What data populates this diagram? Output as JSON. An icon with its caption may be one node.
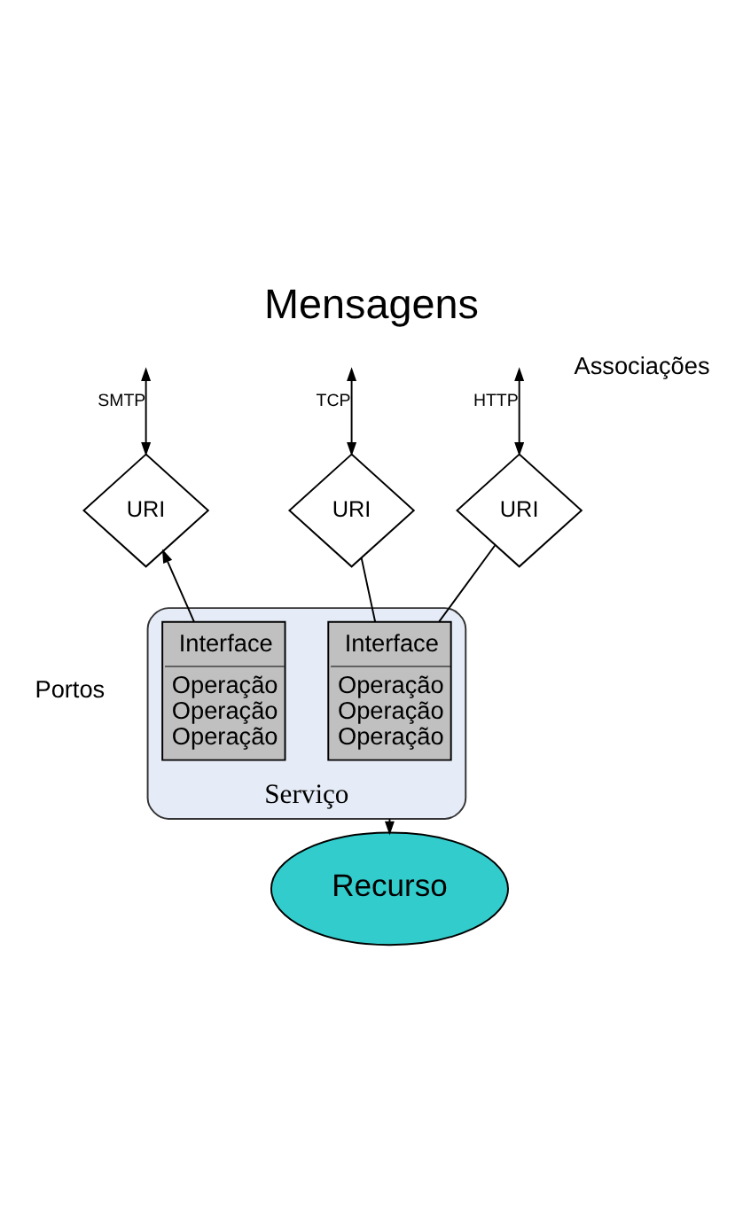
{
  "diagram": {
    "title": "Mensagens",
    "nodes": [
      {
        "text": [
          "Serviço"
        ]
      },
      {
        "text": [
          "URI"
        ]
      },
      {
        "text": [
          "URI"
        ]
      },
      {
        "text": [
          "URI"
        ]
      },
      {
        "text": [
          "Interface",
          "Operação",
          "Operação",
          "Operação"
        ],
        "in": 0
      },
      {
        "text": [
          "Interface",
          "Operação",
          "Operação",
          "Operação"
        ],
        "in": 0
      },
      {
        "text": [
          "Recurso"
        ]
      }
    ],
    "edges": [
      {
        "from": null,
        "to": 1,
        "arrow": "both",
        "label": "TCP"
      },
      {
        "from": null,
        "to": 2,
        "arrow": "both",
        "label": "HTTP"
      },
      {
        "from": null,
        "to": 3,
        "arrow": "both",
        "label": "SMTP"
      },
      {
        "from": 1,
        "to": 4,
        "arrow": "none"
      },
      {
        "from": 2,
        "to": 4,
        "arrow": "none"
      },
      {
        "from": 5,
        "to": 3,
        "arrow": "to"
      },
      {
        "from": 0,
        "to": 6,
        "arrow": "to"
      }
    ],
    "labels": [
      "Portos",
      "Associações"
    ]
  }
}
